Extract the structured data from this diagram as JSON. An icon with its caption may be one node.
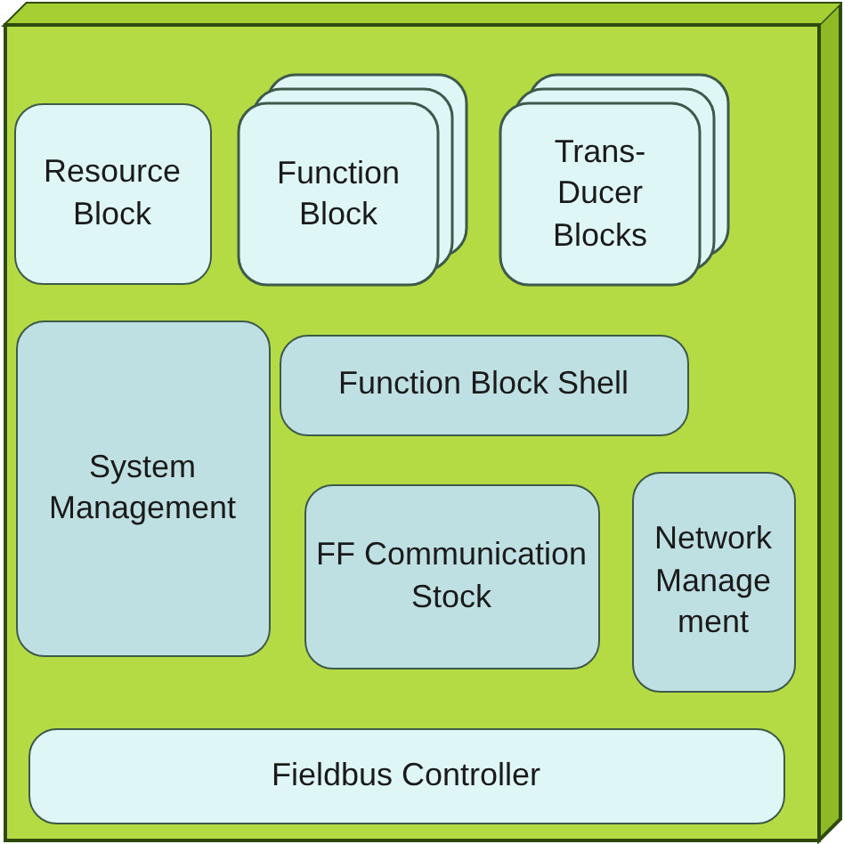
{
  "diagram": {
    "nodes": [
      {
        "text": [],
        "shape": "box"
      },
      {
        "text": [
          "Resource Block"
        ],
        "in": 0
      },
      {
        "text": [
          "Function Block"
        ],
        "in": 0
      },
      {
        "text": [
          "Trans- Ducer Blocks"
        ],
        "in": 0
      },
      {
        "text": [
          "System Management"
        ],
        "in": 0
      },
      {
        "text": [
          "Function Block Shell"
        ],
        "in": 0
      },
      {
        "text": [
          "FF Communication Stock"
        ],
        "in": 0
      },
      {
        "text": [
          "Network Manage ment"
        ],
        "in": 0
      },
      {
        "text": [
          "Fieldbus Controller"
        ],
        "in": 0
      }
    ]
  }
}
